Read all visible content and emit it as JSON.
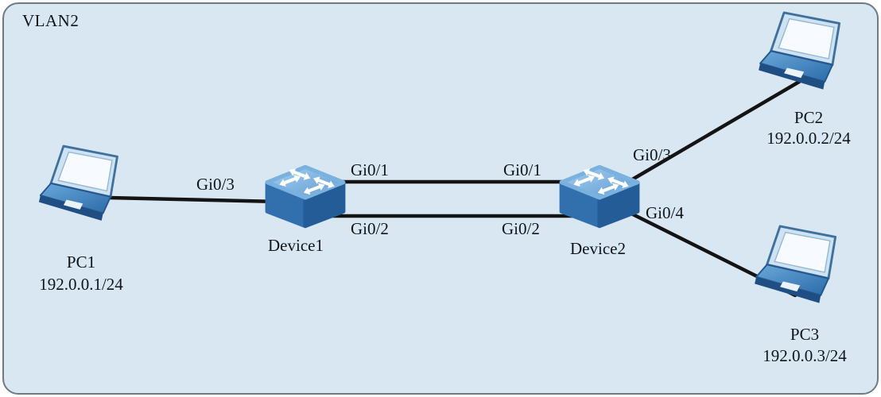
{
  "title": "VLAN2",
  "colors": {
    "panel_background": "#d9e7f3",
    "panel_border": "#6d7b85",
    "link_line": "#141414",
    "switch_blue": "#3170ad",
    "laptop_blue": "#4a8ec2"
  },
  "nodes": {
    "pc1": {
      "label": "PC1",
      "ip": "192.0.0.1/24",
      "type": "laptop"
    },
    "device1": {
      "label": "Device1",
      "type": "switch"
    },
    "device2": {
      "label": "Device2",
      "type": "switch"
    },
    "pc2": {
      "label": "PC2",
      "ip": "192.0.0.2/24",
      "type": "laptop"
    },
    "pc3": {
      "label": "PC3",
      "ip": "192.0.0.3/24",
      "type": "laptop"
    }
  },
  "ports": {
    "device1_gi0_3": "Gi0/3",
    "device1_gi0_1": "Gi0/1",
    "device1_gi0_2": "Gi0/2",
    "device2_gi0_1": "Gi0/1",
    "device2_gi0_2": "Gi0/2",
    "device2_gi0_3": "Gi0/3",
    "device2_gi0_4": "Gi0/4"
  },
  "links": [
    {
      "from": "PC1",
      "to": "Device1",
      "to_port": "Gi0/3"
    },
    {
      "from": "Device1",
      "to": "Device2",
      "from_port": "Gi0/1",
      "to_port": "Gi0/1"
    },
    {
      "from": "Device1",
      "to": "Device2",
      "from_port": "Gi0/2",
      "to_port": "Gi0/2"
    },
    {
      "from": "Device2",
      "to": "PC2",
      "from_port": "Gi0/3"
    },
    {
      "from": "Device2",
      "to": "PC3",
      "from_port": "Gi0/4"
    }
  ]
}
